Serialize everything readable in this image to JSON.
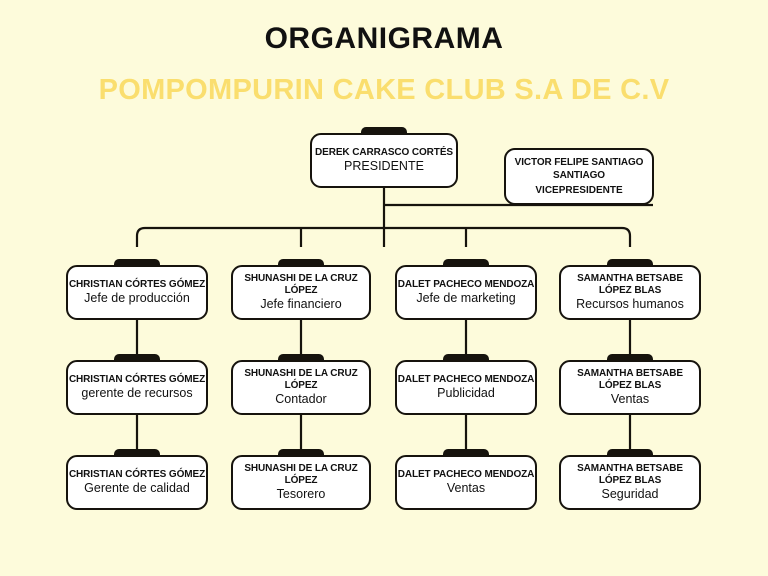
{
  "header": {
    "title": "ORGANIGRAMA",
    "subtitle": "POMPOMPURIN CAKE CLUB S.A DE C.V"
  },
  "colors": {
    "background": "#FDFBDB",
    "title": "#111111",
    "subtitle": "#FADE6E",
    "box_fill": "#FFFFFF",
    "box_stroke": "#16130D",
    "tab": "#16130D"
  },
  "chart_data": {
    "type": "diagram",
    "title": "ORGANIGRAMA",
    "subtitle": "POMPOMPURIN CAKE CLUB S.A DE C.V",
    "levels": 4
  },
  "nodes": {
    "president": {
      "name": "DEREK CARRASCO CORTÉS",
      "role": "PRESIDENTE"
    },
    "vicepresident": {
      "name_line1": "VICTOR FELIPE SANTIAGO",
      "name_line2": "SANTIAGO",
      "role": "VICEPRESIDENTE"
    },
    "col1": [
      {
        "name": "CHRISTIAN CÓRTES GÓMEZ",
        "role": "Jefe de producción"
      },
      {
        "name": "CHRISTIAN CÓRTES GÓMEZ",
        "role": "gerente de recursos"
      },
      {
        "name": "CHRISTIAN CÓRTES GÓMEZ",
        "role": "Gerente de calidad"
      }
    ],
    "col2": [
      {
        "name_line1": "SHUNASHI DE LA CRUZ",
        "name_line2": "LÓPEZ",
        "role": "Jefe financiero"
      },
      {
        "name_line1": "SHUNASHI DE LA CRUZ",
        "name_line2": "LÓPEZ",
        "role": "Contador"
      },
      {
        "name_line1": "SHUNASHI DE LA CRUZ",
        "name_line2": "LÓPEZ",
        "role": "Tesorero"
      }
    ],
    "col3": [
      {
        "name": "DALET PACHECO MENDOZA",
        "role": "Jefe de marketing"
      },
      {
        "name": "DALET PACHECO MENDOZA",
        "role": "Publicidad"
      },
      {
        "name": "DALET PACHECO MENDOZA",
        "role": "Ventas"
      }
    ],
    "col4": [
      {
        "name_line1": "SAMANTHA BETSABE",
        "name_line2": "LÓPEZ BLAS",
        "role": "Recursos humanos"
      },
      {
        "name_line1": "SAMANTHA BETSABE",
        "name_line2": "LÓPEZ BLAS",
        "role": "Ventas"
      },
      {
        "name_line1": "SAMANTHA BETSABE",
        "name_line2": "LÓPEZ BLAS",
        "role": "Seguridad"
      }
    ]
  }
}
